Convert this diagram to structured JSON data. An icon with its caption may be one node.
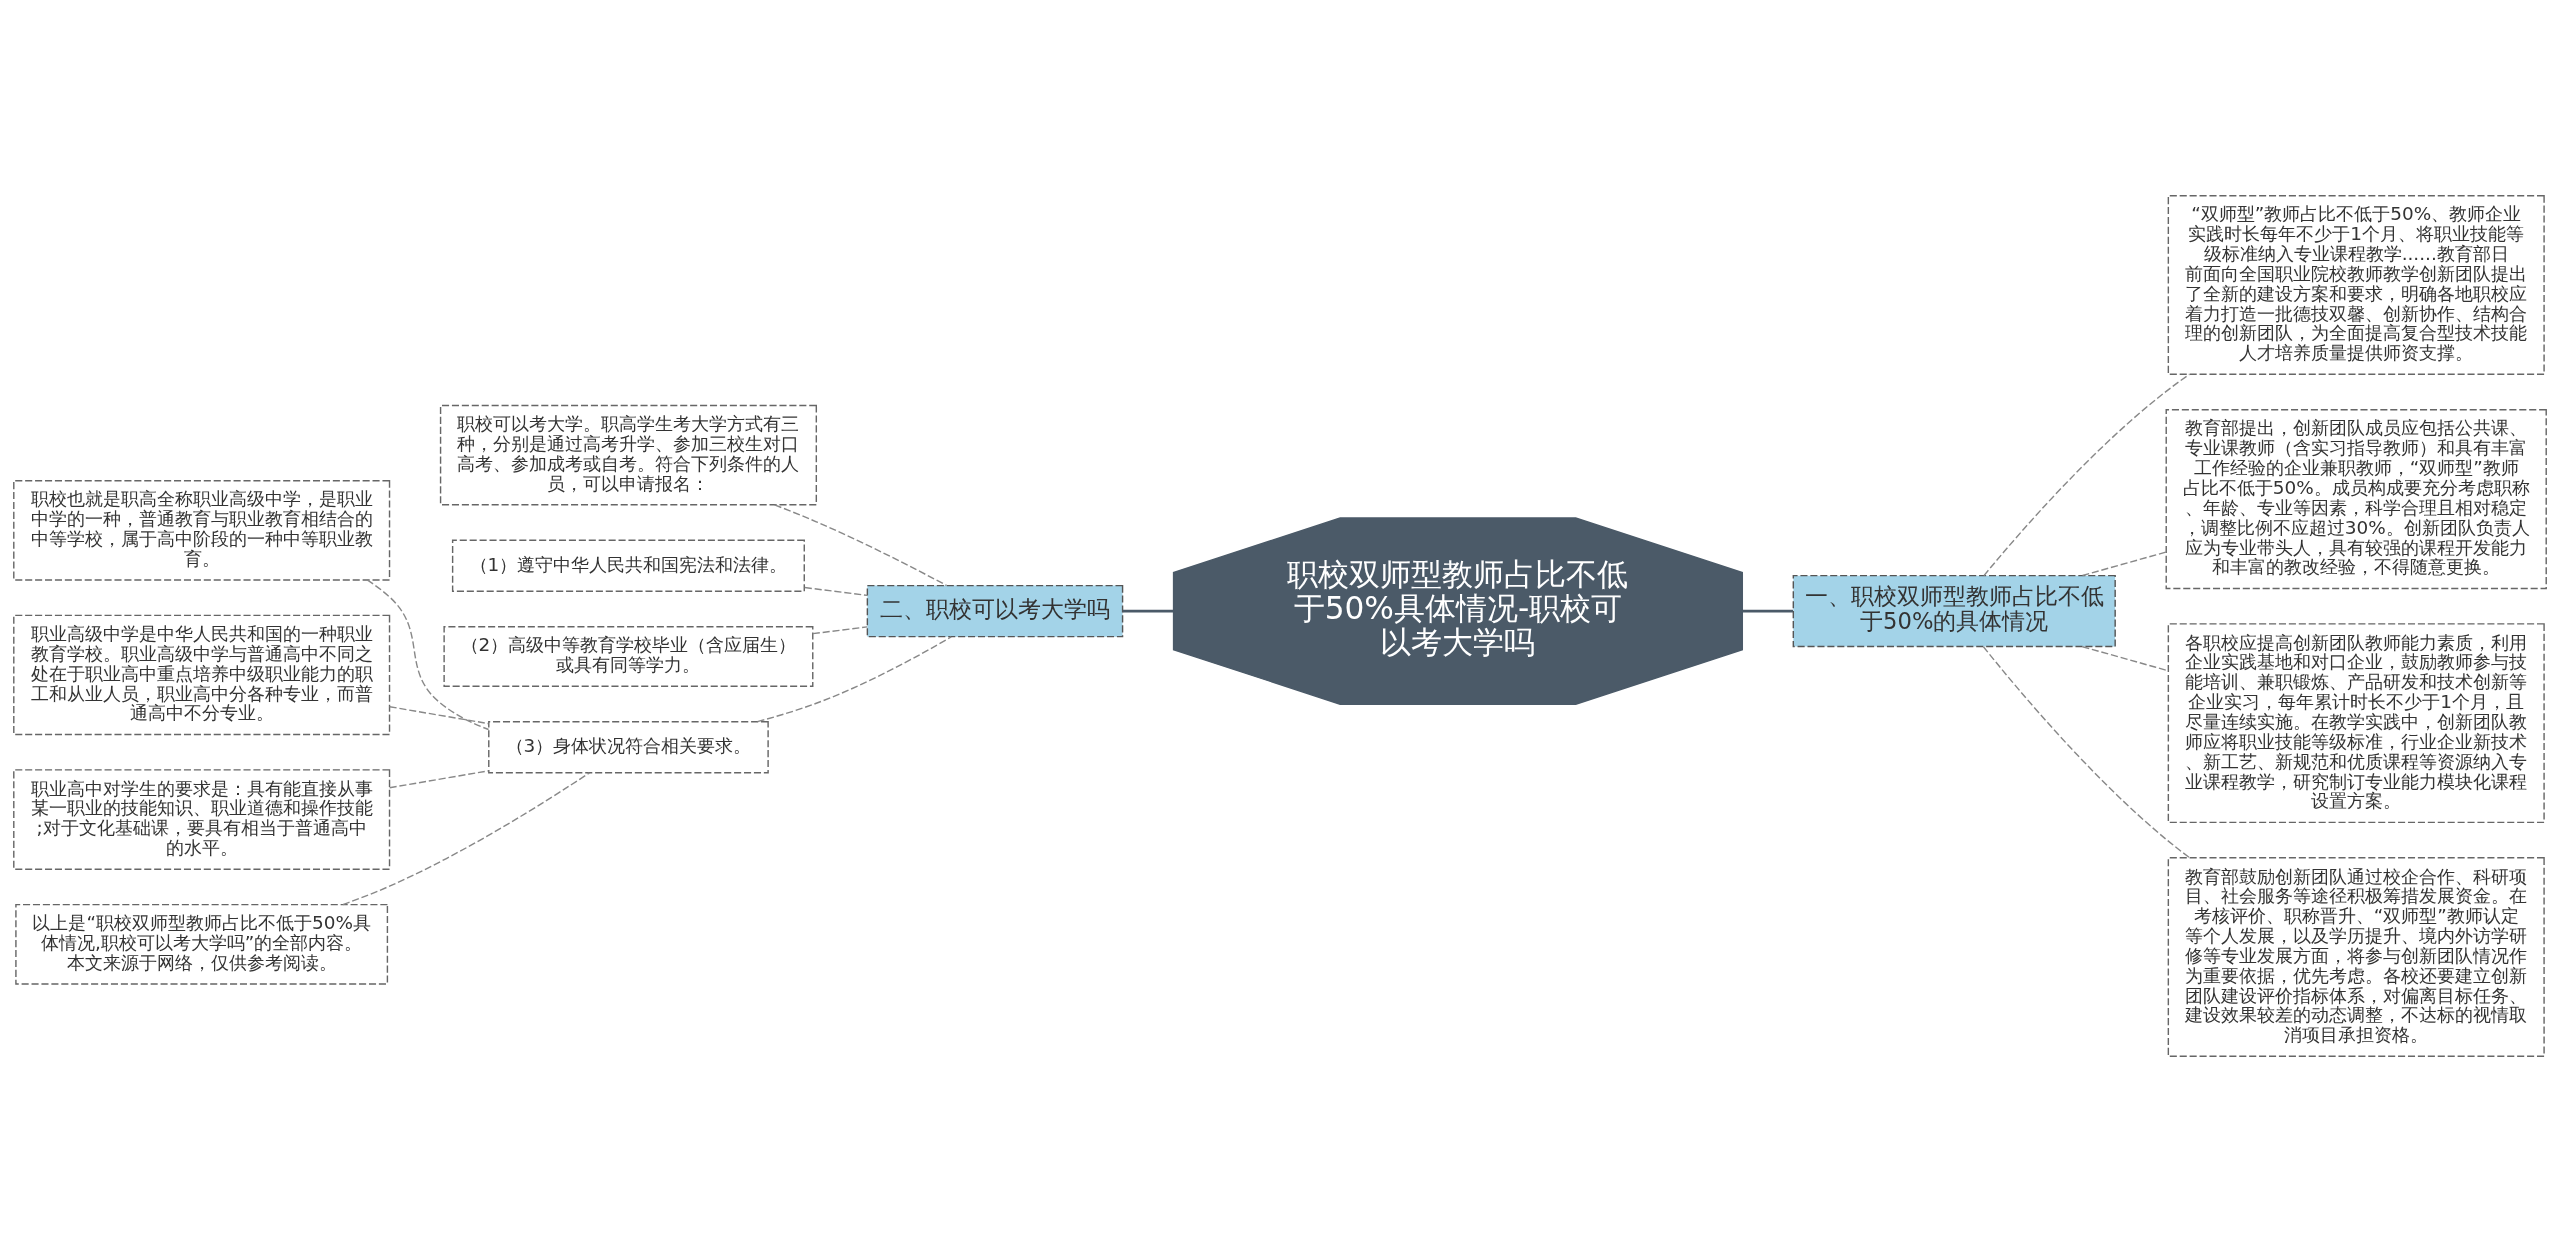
{
  "diagram": {
    "nodes": [
      {
        "text": [
          "职校双师型教师占比不低于50%具体情况-职校可以考大学吗"
        ]
      },
      {
        "text": [
          "一、职校双师型教师占比不低于50%的具体情况"
        ]
      },
      {
        "text": [
          "“双师型”教师占比不低于50%、教师企业实践时长每年不少于1个月、将职业技能等级标准纳入专业课程教学......教育部日前面向全国职业院校教师教学创新团队提出了全新的建设方案和要求，明确各地职校应着力打造一批德技双馨、创新协作、结构合理的创新团队，为全面提高复合型技术技能人才培养质量提供师资支撑。"
        ]
      },
      {
        "text": [
          "教育部提出，创新团队成员应包括公共课、专业课教师（含实习指导教师）和具有丰富工作经验的企业兼职教师，“双师型”教师占比不低于50%。成员构成要充分考虑职称、年龄、专业等因素，科学合理且相对稳定，调整比例不应超过30%。创新团队负责人应为专业带头人，具有较强的课程开发能力和丰富的教改经验，不得随意更换。"
        ]
      },
      {
        "text": [
          "各职校应提高创新团队教师能力素质，利用企业实践基地和对口企业，鼓励教师参与技能培训、兼职锻炼、产品研发和技术创新等企业实习，每年累计时长不少于1个月，且尽量连续实施。在教学实践中，创新团队教师应将职业技能等级标准，行业企业新技术、新工艺、新规范和优质课程等资源纳入专业课程教学，研究制订专业能力模块化课程设置方案。"
        ]
      },
      {
        "text": [
          "教育部鼓励创新团队通过校企合作、科研项目、社会服务等途径积极筹措发展资金。在考核评价、职称晋升、“双师型”教师认定等个人发展，以及学历提升、境内外访学研修等专业发展方面，将参与创新团队情况作为重要依据，优先考虑。各校还要建立创新团队建设评价指标体系，对偏离目标任务、建设效果较差的动态调整，不达标的视情取消项目承担资格。"
        ]
      },
      {
        "text": [
          "二、职校可以考大学吗"
        ]
      },
      {
        "text": [
          "职校可以考大学。职高学生考大学方式有三种，分别是通过高考升学、参加三校生对口高考、参加成考或自考。符合下列条件的人员，可以申请报名："
        ]
      },
      {
        "text": [
          "（1）遵守中华人民共和国宪法和法律。"
        ]
      },
      {
        "text": [
          "（2）高级中等教育学校毕业（含应届生）或具有同等学力。"
        ]
      },
      {
        "text": [
          "（3）身体状况符合相关要求。"
        ]
      },
      {
        "text": [
          "职校也就是职高全称职业高级中学，是职业中学的一种，普通教育与职业教育相结合的中等学校，属于高中阶段的一种中等职业教育。"
        ]
      },
      {
        "text": [
          "职业高级中学是中华人民共和国的一种职业教育学校。职业高级中学与普通高中不同之处在于职业高中重点培养中级职业能力的职工和从业人员，职业高中分各种专业，而普通高中不分专业。"
        ]
      },
      {
        "text": [
          "职业高中对学生的要求是：具有能直接从事某一职业的技能知识、职业道德和操作技能;对于文化基础课，要具有相当于普通高中的水平。"
        ]
      },
      {
        "text": [
          "以上是“职校双师型教师占比不低于50%具体情况,职校可以考大学吗”的全部内容。本文来源于网络，仅供参考阅读。"
        ]
      }
    ],
    "edges": [
      {
        "from": 0,
        "to": 1,
        "arrow": "none",
        "color": "#4b5a68"
      },
      {
        "from": 1,
        "to": 2,
        "arrow": "none",
        "style": "dashed"
      },
      {
        "from": 1,
        "to": 3,
        "arrow": "none",
        "style": "dashed"
      },
      {
        "from": 1,
        "to": 4,
        "arrow": "none",
        "style": "dashed"
      },
      {
        "from": 1,
        "to": 5,
        "arrow": "none",
        "style": "dashed"
      },
      {
        "from": 0,
        "to": 6,
        "arrow": "none",
        "color": "#4b5a68"
      },
      {
        "from": 6,
        "to": 7,
        "arrow": "none",
        "style": "dashed"
      },
      {
        "from": 6,
        "to": 8,
        "arrow": "none",
        "style": "dashed"
      },
      {
        "from": 6,
        "to": 9,
        "arrow": "none",
        "style": "dashed"
      },
      {
        "from": 6,
        "to": 10,
        "arrow": "none",
        "style": "dashed"
      },
      {
        "from": 10,
        "to": 11,
        "arrow": "none",
        "style": "dashed"
      },
      {
        "from": 10,
        "to": 12,
        "arrow": "none",
        "style": "dashed"
      },
      {
        "from": 10,
        "to": 13,
        "arrow": "none",
        "style": "dashed"
      },
      {
        "from": 10,
        "to": 14,
        "arrow": "none",
        "style": "dashed"
      }
    ]
  }
}
